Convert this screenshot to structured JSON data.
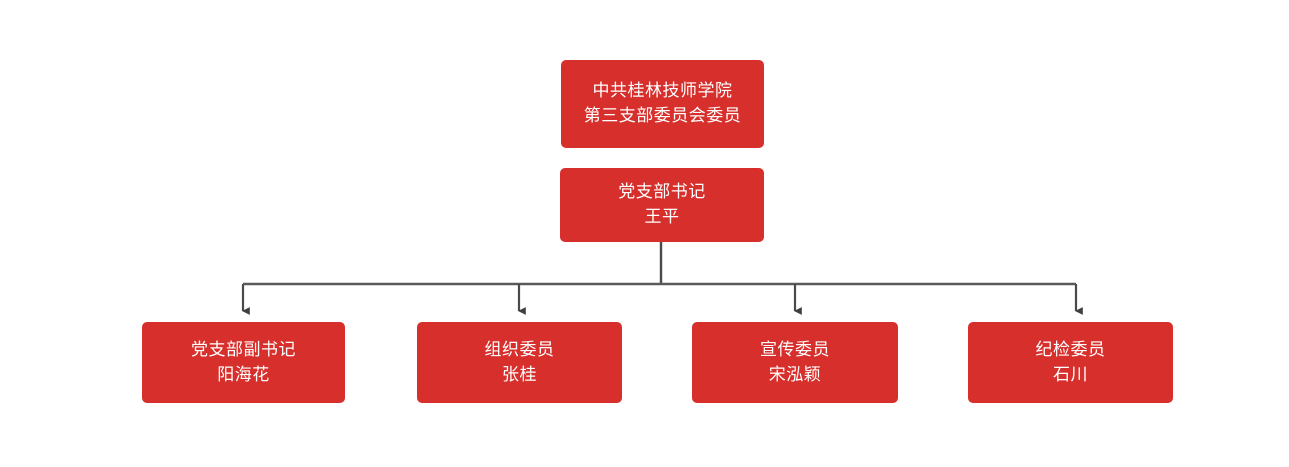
{
  "diagram": {
    "type": "organization-chart",
    "title_node": {
      "line1": "中共桂林技师学院",
      "line2": "第三支部委员会委员"
    },
    "secretary_node": {
      "role": "党支部书记",
      "name": "王平"
    },
    "members": [
      {
        "role": "党支部副书记",
        "name": "阳海花"
      },
      {
        "role": "组织委员",
        "name": "张桂"
      },
      {
        "role": "宣传委员",
        "name": "宋泓颖"
      },
      {
        "role": "纪检委员",
        "name": "石川"
      }
    ],
    "colors": {
      "node_fill": "#d62f2c",
      "node_text": "#ffffff",
      "connector": "#4a4a4a",
      "background": "#ffffff"
    }
  }
}
